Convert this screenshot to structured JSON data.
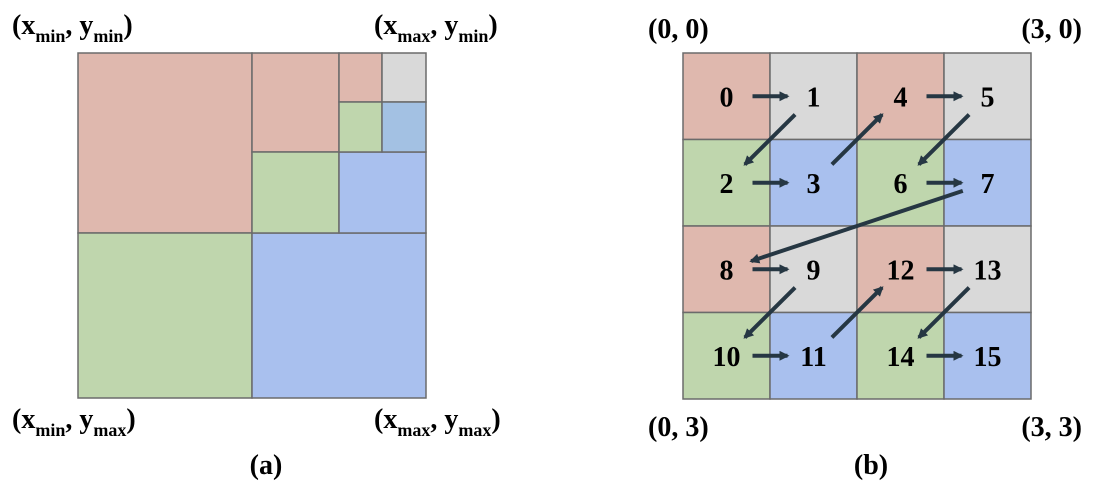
{
  "colors": {
    "red": "#dfb8ae",
    "green": "#bfd6ad",
    "blue": "#a9c0ee",
    "gray": "#d9d9d9",
    "lightblue": "#a3c1e3",
    "border": "#6b6b6b",
    "arrow": "#263743"
  },
  "panel_a": {
    "caption": "(a)",
    "corner_tl": {
      "open": "(x",
      "sub1": "min",
      "mid": ", y",
      "sub2": "min",
      "close": ")"
    },
    "corner_tr": {
      "open": "(x",
      "sub1": "max",
      "mid": ", y",
      "sub2": "min",
      "close": ")"
    },
    "corner_bl": {
      "open": "(x",
      "sub1": "min",
      "mid": ", y",
      "sub2": "max",
      "close": ")"
    },
    "corner_br": {
      "open": "(x",
      "sub1": "max",
      "mid": ", y",
      "sub2": "max",
      "close": ")"
    }
  },
  "panel_b": {
    "caption": "(b)",
    "corner_tl": "(0, 0)",
    "corner_tr": "(3, 0)",
    "corner_bl": "(0, 3)",
    "corner_br": "(3, 3)",
    "cell_colors": [
      [
        "red",
        "gray",
        "red",
        "gray"
      ],
      [
        "green",
        "blue",
        "green",
        "blue"
      ],
      [
        "red",
        "gray",
        "red",
        "gray"
      ],
      [
        "green",
        "blue",
        "green",
        "blue"
      ]
    ],
    "numbers": [
      "0",
      "1",
      "2",
      "3",
      "4",
      "5",
      "6",
      "7",
      "8",
      "9",
      "10",
      "11",
      "12",
      "13",
      "14",
      "15"
    ]
  }
}
